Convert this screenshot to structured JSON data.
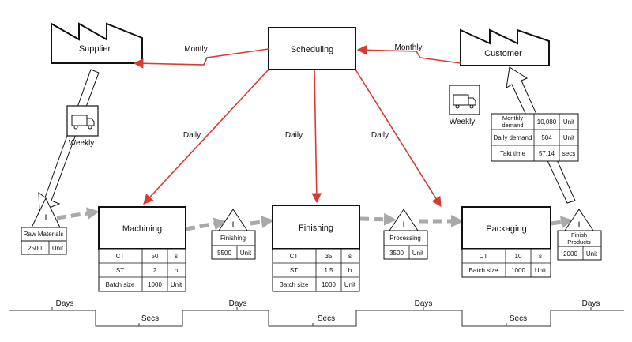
{
  "supplier": {
    "label": "Supplier"
  },
  "scheduling": {
    "label": "Scheduling"
  },
  "customer": {
    "label": "Customer"
  },
  "info_flows": {
    "to_supplier": "Montly",
    "from_customer": "Monthly",
    "daily_1": "Daily",
    "daily_2": "Daily",
    "daily_3": "Daily"
  },
  "trucks": {
    "supplier": {
      "label": "Weekly",
      "icon": "truck-icon"
    },
    "customer": {
      "label": "Weekly",
      "icon": "truck-icon"
    }
  },
  "customer_table": {
    "rows": [
      {
        "label": "Monthly demand",
        "value": "10,080",
        "unit": "Unit"
      },
      {
        "label": "Daily demand",
        "value": "504",
        "unit": "Unit"
      },
      {
        "label": "Takt time",
        "value": "57.14",
        "unit": "secs"
      }
    ]
  },
  "processes": [
    {
      "name": "Machining",
      "rows": [
        {
          "label": "CT",
          "value": "50",
          "unit": "s"
        },
        {
          "label": "ST",
          "value": "2",
          "unit": "h"
        },
        {
          "label": "Batch size",
          "value": "1000",
          "unit": "Unit"
        }
      ]
    },
    {
      "name": "Finishing",
      "rows": [
        {
          "label": "CT",
          "value": "35",
          "unit": "s"
        },
        {
          "label": "ST",
          "value": "1.5",
          "unit": "h"
        },
        {
          "label": "Batch size",
          "value": "1000",
          "unit": "Unit"
        }
      ]
    },
    {
      "name": "Packaging",
      "rows": [
        {
          "label": "CT",
          "value": "10",
          "unit": "s"
        },
        {
          "label": "Batch size",
          "value": "1000",
          "unit": "Unit"
        }
      ]
    }
  ],
  "inventories": [
    {
      "name": "Raw Materials",
      "value": "2500",
      "unit": "Unit",
      "symbol": "I"
    },
    {
      "name": "Finishing",
      "value": "5500",
      "unit": "Unit",
      "symbol": "I"
    },
    {
      "name": "Processing",
      "value": "3500",
      "unit": "Unit",
      "symbol": "I"
    },
    {
      "name": "Finish Products",
      "value": "2000",
      "unit": "Unit",
      "symbol": "I"
    }
  ],
  "timeline": {
    "top": [
      "Days",
      "Days",
      "Days",
      "Days"
    ],
    "bottom": [
      "Secs",
      "Secs",
      "Secs"
    ]
  },
  "colors": {
    "info_flow": "#d93a32",
    "push_arrow": "#a9a9a9",
    "stroke": "#111111"
  }
}
